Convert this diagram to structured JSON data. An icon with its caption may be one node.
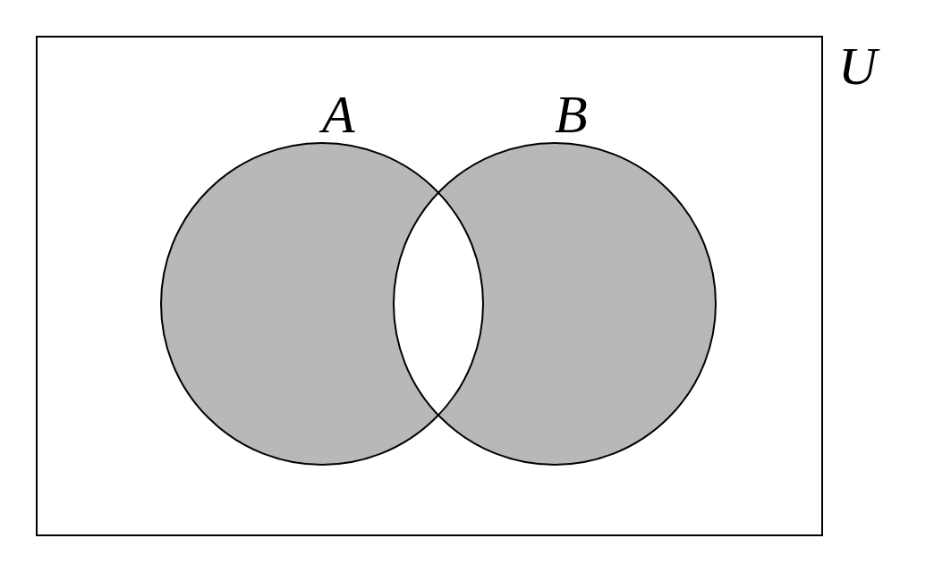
{
  "diagram": {
    "nodes": [
      {
        "text": [
          "U"
        ]
      },
      {
        "text": [
          "A"
        ],
        "in": 0
      },
      {
        "text": [
          "B"
        ],
        "in": 0
      }
    ],
    "edges": []
  }
}
